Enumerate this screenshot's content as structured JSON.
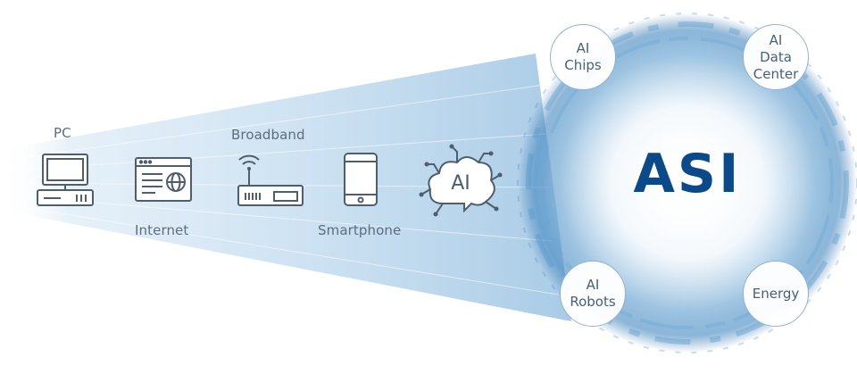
{
  "stages": {
    "pc": "PC",
    "internet": "Internet",
    "broadband": "Broadband",
    "smartphone": "Smartphone",
    "ai": "AI"
  },
  "center": {
    "title": "ASI"
  },
  "nodes": {
    "ai_chips": [
      "AI",
      "Chips"
    ],
    "ai_data_center": [
      "AI",
      "Data",
      "Center"
    ],
    "ai_robots": [
      "AI",
      "Robots"
    ],
    "energy": [
      "Energy"
    ]
  },
  "colors": {
    "beam": "#bcd8ee",
    "accent": "#0a4a8a",
    "icon": "#4d5e6e",
    "node_border": "#8fb3cf"
  }
}
